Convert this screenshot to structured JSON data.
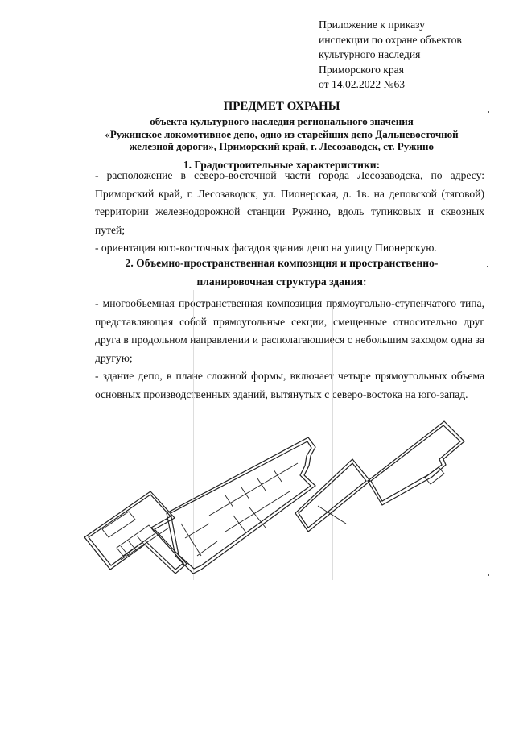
{
  "appendix": {
    "lines": [
      "Приложение к приказу",
      "инспекции по охране объектов",
      "культурного наследия",
      "Приморского края",
      "от 14.02.2022 №63"
    ]
  },
  "title": "ПРЕДМЕТ ОХРАНЫ",
  "subtitle": {
    "lines": [
      "объекта культурного наследия регионального значения",
      "«Ружинское локомотивное депо, одно из старейших депо Дальневосточной",
      "железной дороги», Приморский край, г. Лесозаводск, ст. Ружино"
    ]
  },
  "section1": {
    "heading": "1. Градостроительные характеристики:",
    "items": [
      "- расположение в северо-восточной части города Лесозаводска, по адресу: Приморский край, г. Лесозаводск, ул. Пионерская, д. 1в. на деповской (тяговой) территории железнодорожной станции Ружино, вдоль тупиковых и сквозных путей;",
      "- ориентация юго-восточных фасадов здания депо на улицу Пионерскую."
    ]
  },
  "section2": {
    "heading_line1": "2. Объемно-пространственная композиция и пространственно-",
    "heading_line2": "планировочная структура здания:",
    "items": [
      "- многообъемная пространственная композиция прямоугольно-ступенчатого типа, представляющая собой прямоугольные секции, смещенные относительно друг друга в продольном направлении и располагающиеся с небольшим заходом одна за другую;",
      "- здание депо, в плане сложной формы, включает четыре прямоугольных объема основных производственных зданий, вытянутых с северо-востока на юго-запад."
    ]
  },
  "floor_plan": {
    "kind": "building-plan-drawing",
    "stroke_color": "#222222"
  }
}
